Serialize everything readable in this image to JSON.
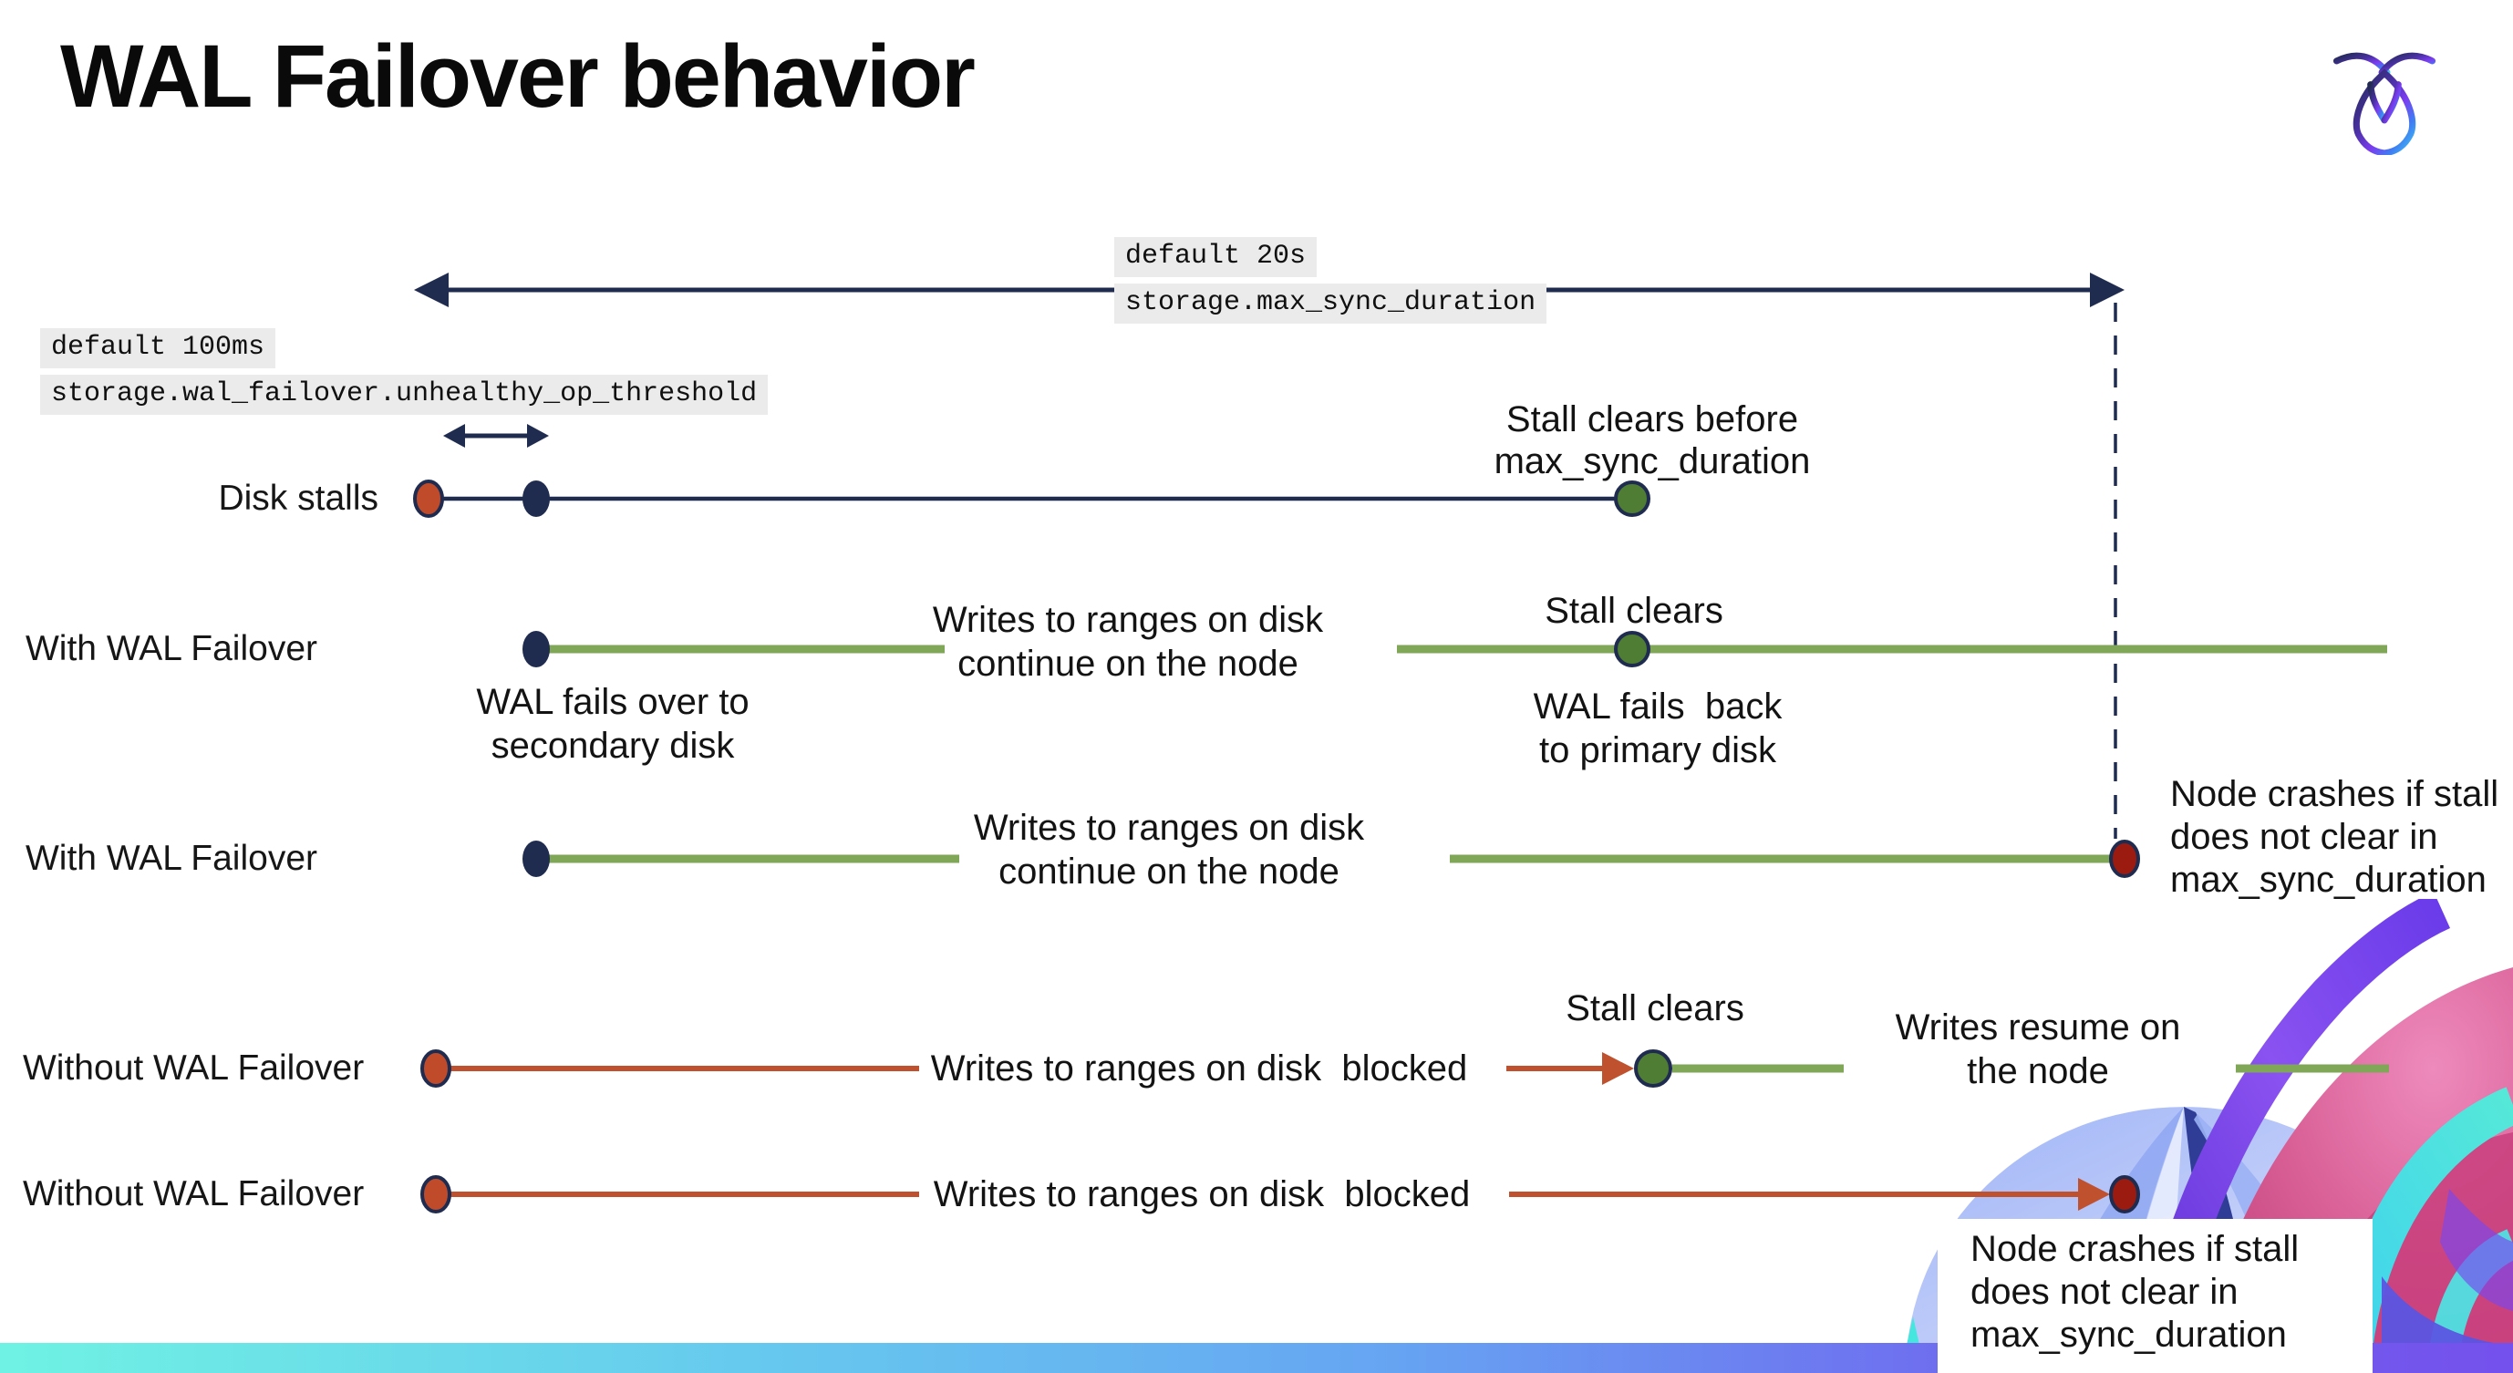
{
  "title": "WAL Failover behavior",
  "callouts": {
    "max_sync_duration": {
      "line1": "default 20s",
      "line2": "storage.max_sync_duration"
    },
    "unhealthy_op_threshold": {
      "line1": "default 100ms",
      "line2": "storage.wal_failover.unhealthy_op_threshold"
    }
  },
  "rows": {
    "disk_stalls": {
      "label": "Disk stalls",
      "stall_note": [
        "Stall clears before",
        "max_sync_duration"
      ]
    },
    "with_failover_1": {
      "label": "With WAL Failover",
      "writes_note": [
        "Writes to ranges on disk",
        "continue on the node"
      ],
      "failover_note": [
        "WAL fails over to",
        "secondary disk"
      ],
      "stall_note": "Stall clears",
      "failback_note": [
        "WAL fails  back",
        "to primary disk"
      ]
    },
    "with_failover_2": {
      "label": "With WAL Failover",
      "writes_note": [
        "Writes to ranges on disk",
        "continue on the node"
      ],
      "crash_note": [
        "Node crashes if stall",
        "does not clear in",
        "max_sync_duration"
      ]
    },
    "without_failover_1": {
      "label": "Without WAL Failover",
      "blocked_note": "Writes to ranges on disk  blocked",
      "stall_note": "Stall clears",
      "resume_note": [
        "Writes resume on",
        "the node"
      ]
    },
    "without_failover_2": {
      "label": "Without WAL Failover",
      "blocked_note": "Writes to ranges on disk  blocked",
      "crash_note": [
        "Node crashes if stall",
        "does not clear in",
        "max_sync_duration"
      ]
    }
  },
  "colors": {
    "navy": "#1f2c4f",
    "green_line": "#7fa757",
    "green_dot": "#4e7d33",
    "red_line": "#c0512e",
    "red_dot": "#bf4b2b",
    "dark_red_dot": "#9b1b10",
    "code_bg": "#ebebeb",
    "bar_start": "#6ff2e3",
    "bar_mid": "#66a5f2",
    "bar_end": "#7450ec"
  }
}
